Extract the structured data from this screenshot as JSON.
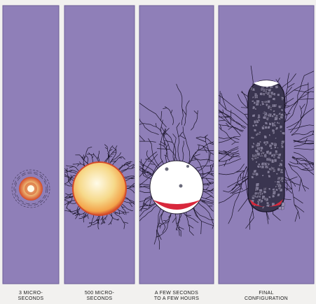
{
  "colors": {
    "background": "#f2f1ef",
    "panel_fill": "#8f7fb8",
    "panel_border": "#6d5f98",
    "fracture": "#1a1428",
    "fireball_core": "#fffbe8",
    "fireball_mid": "#f6d98a",
    "fireball_edge": "#d24a2a",
    "cavity_white": "#ffffff",
    "melt_red": "#d8283c",
    "rubble": "#3a3550"
  },
  "panels": [
    {
      "id": "stage-1",
      "label": "3 MICRO-\nSECONDS"
    },
    {
      "id": "stage-2",
      "label": "500 MICRO-\nSECONDS"
    },
    {
      "id": "stage-3",
      "label": "A FEW SECONDS\nTO A FEW HOURS"
    },
    {
      "id": "stage-4",
      "label": "FINAL\nCONFIGURATION"
    }
  ]
}
